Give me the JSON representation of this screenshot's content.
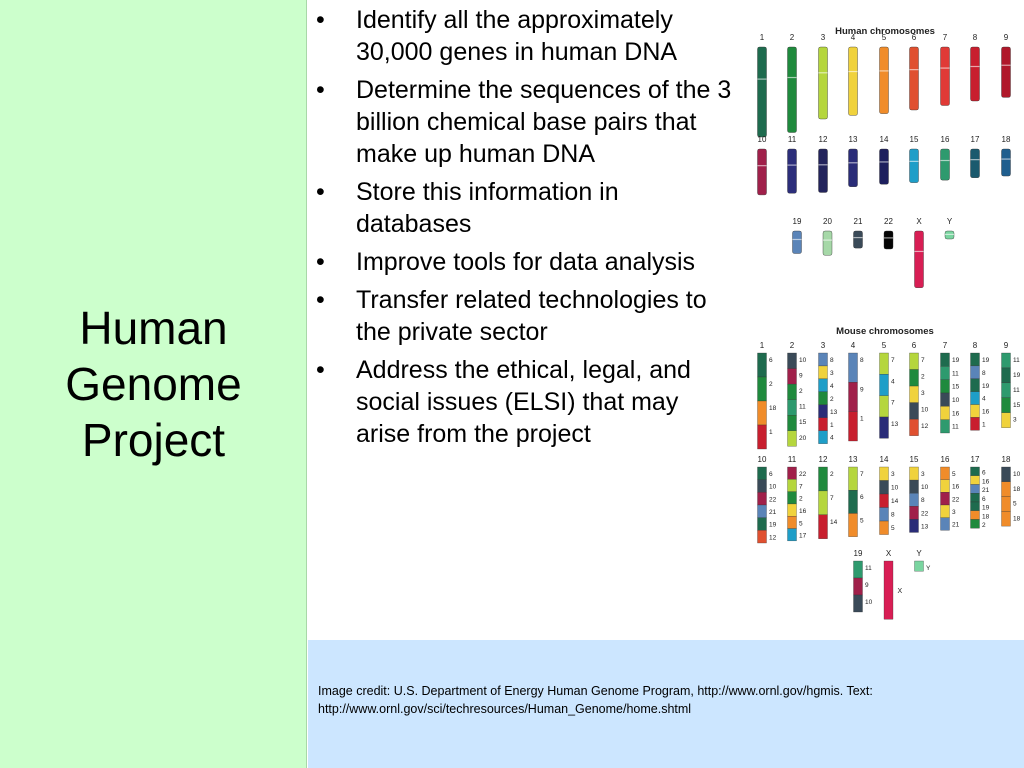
{
  "title": "Human\nGenome\nProject",
  "bullets": [
    "Identify all the approximately 30,000 genes in human DNA",
    "Determine the sequences of the 3 billion chemical base pairs that make up human DNA",
    "Store this information in databases",
    "Improve tools for data analysis",
    "Transfer related technologies to the private sector",
    "Address the ethical, legal, and social issues (ELSI) that may arise from the project"
  ],
  "bullet_symbol": "•",
  "figure": {
    "human_title": "Human chromosomes",
    "mouse_title": "Mouse chromosomes",
    "human_rows": [
      {
        "labels": [
          "1",
          "2",
          "3",
          "4",
          "5",
          "6",
          "7",
          "8",
          "9"
        ],
        "colors": [
          "#1e6b4e",
          "#1f8a3d",
          "#b5d63d",
          "#f0d23c",
          "#f08c2a",
          "#e05030",
          "#e03a36",
          "#c81e2e",
          "#b0182a"
        ],
        "lengths": [
          1.0,
          0.95,
          0.8,
          0.76,
          0.74,
          0.7,
          0.65,
          0.6,
          0.56
        ]
      },
      {
        "labels": [
          "10",
          "11",
          "12",
          "13",
          "14",
          "15",
          "16",
          "17",
          "18"
        ],
        "colors": [
          "#a0204a",
          "#2c2e7a",
          "#23245c",
          "#2a2c78",
          "#1d1f5e",
          "#1e9ec8",
          "#2e9a6e",
          "#1a5a6e",
          "#1f5e8e"
        ],
        "lengths": [
          0.56,
          0.54,
          0.53,
          0.46,
          0.43,
          0.41,
          0.38,
          0.35,
          0.33
        ]
      },
      {
        "labels": [
          "19",
          "20",
          "21",
          "22",
          "X",
          "Y"
        ],
        "colors": [
          "#5a84b8",
          "#a6d8a8",
          "#3a4a58",
          "#050505",
          "#d81e54",
          "#7ad5a0"
        ],
        "lengths": [
          0.25,
          0.27,
          0.19,
          0.2,
          0.63,
          0.07
        ]
      }
    ],
    "mouse_rows": [
      {
        "labels": [
          "1",
          "2",
          "3",
          "4",
          "5",
          "6",
          "7",
          "8",
          "9"
        ],
        "segments": [
          [
            "6",
            "2",
            "18",
            "1"
          ],
          [
            "10",
            "9",
            "2",
            "11",
            "15",
            "20"
          ],
          [
            "8",
            "3",
            "4",
            "2",
            "13",
            "1",
            "4"
          ],
          [
            "8",
            "9",
            "1"
          ],
          [
            "7",
            "4",
            "7",
            "13"
          ],
          [
            "7",
            "2",
            "3",
            "10",
            "12"
          ],
          [
            "19",
            "11",
            "15",
            "10",
            "16",
            "11"
          ],
          [
            "19",
            "8",
            "19",
            "4",
            "16",
            "1"
          ],
          [
            "11",
            "19",
            "11",
            "15",
            "3"
          ]
        ]
      },
      {
        "labels": [
          "10",
          "11",
          "12",
          "13",
          "14",
          "15",
          "16",
          "17",
          "18"
        ],
        "segments": [
          [
            "6",
            "10",
            "22",
            "21",
            "19",
            "12"
          ],
          [
            "22",
            "7",
            "2",
            "16",
            "5",
            "17"
          ],
          [
            "2",
            "7",
            "14"
          ],
          [
            "7",
            "6",
            "5"
          ],
          [
            "3",
            "10",
            "14",
            "8",
            "5"
          ],
          [
            "3",
            "10",
            "8",
            "22",
            "13"
          ],
          [
            "5",
            "16",
            "22",
            "3",
            "21"
          ],
          [
            "6",
            "16",
            "21",
            "6",
            "19",
            "18",
            "2"
          ],
          [
            "10",
            "18",
            "5",
            "18"
          ]
        ]
      },
      {
        "labels": [
          "19",
          "X",
          "Y"
        ],
        "segments": [
          [
            "11",
            "9",
            "10"
          ],
          [
            "X"
          ],
          [
            "Y"
          ]
        ]
      }
    ]
  },
  "credit": "Image credit: U.S. Department of Energy Human Genome Program, http://www.ornl.gov/hgmis. Text: http://www.ornl.gov/sci/techresources/Human_Genome/home.shtml",
  "colors": {
    "left_panel": "#ccffcc",
    "bottom_panel": "#cce6ff"
  }
}
